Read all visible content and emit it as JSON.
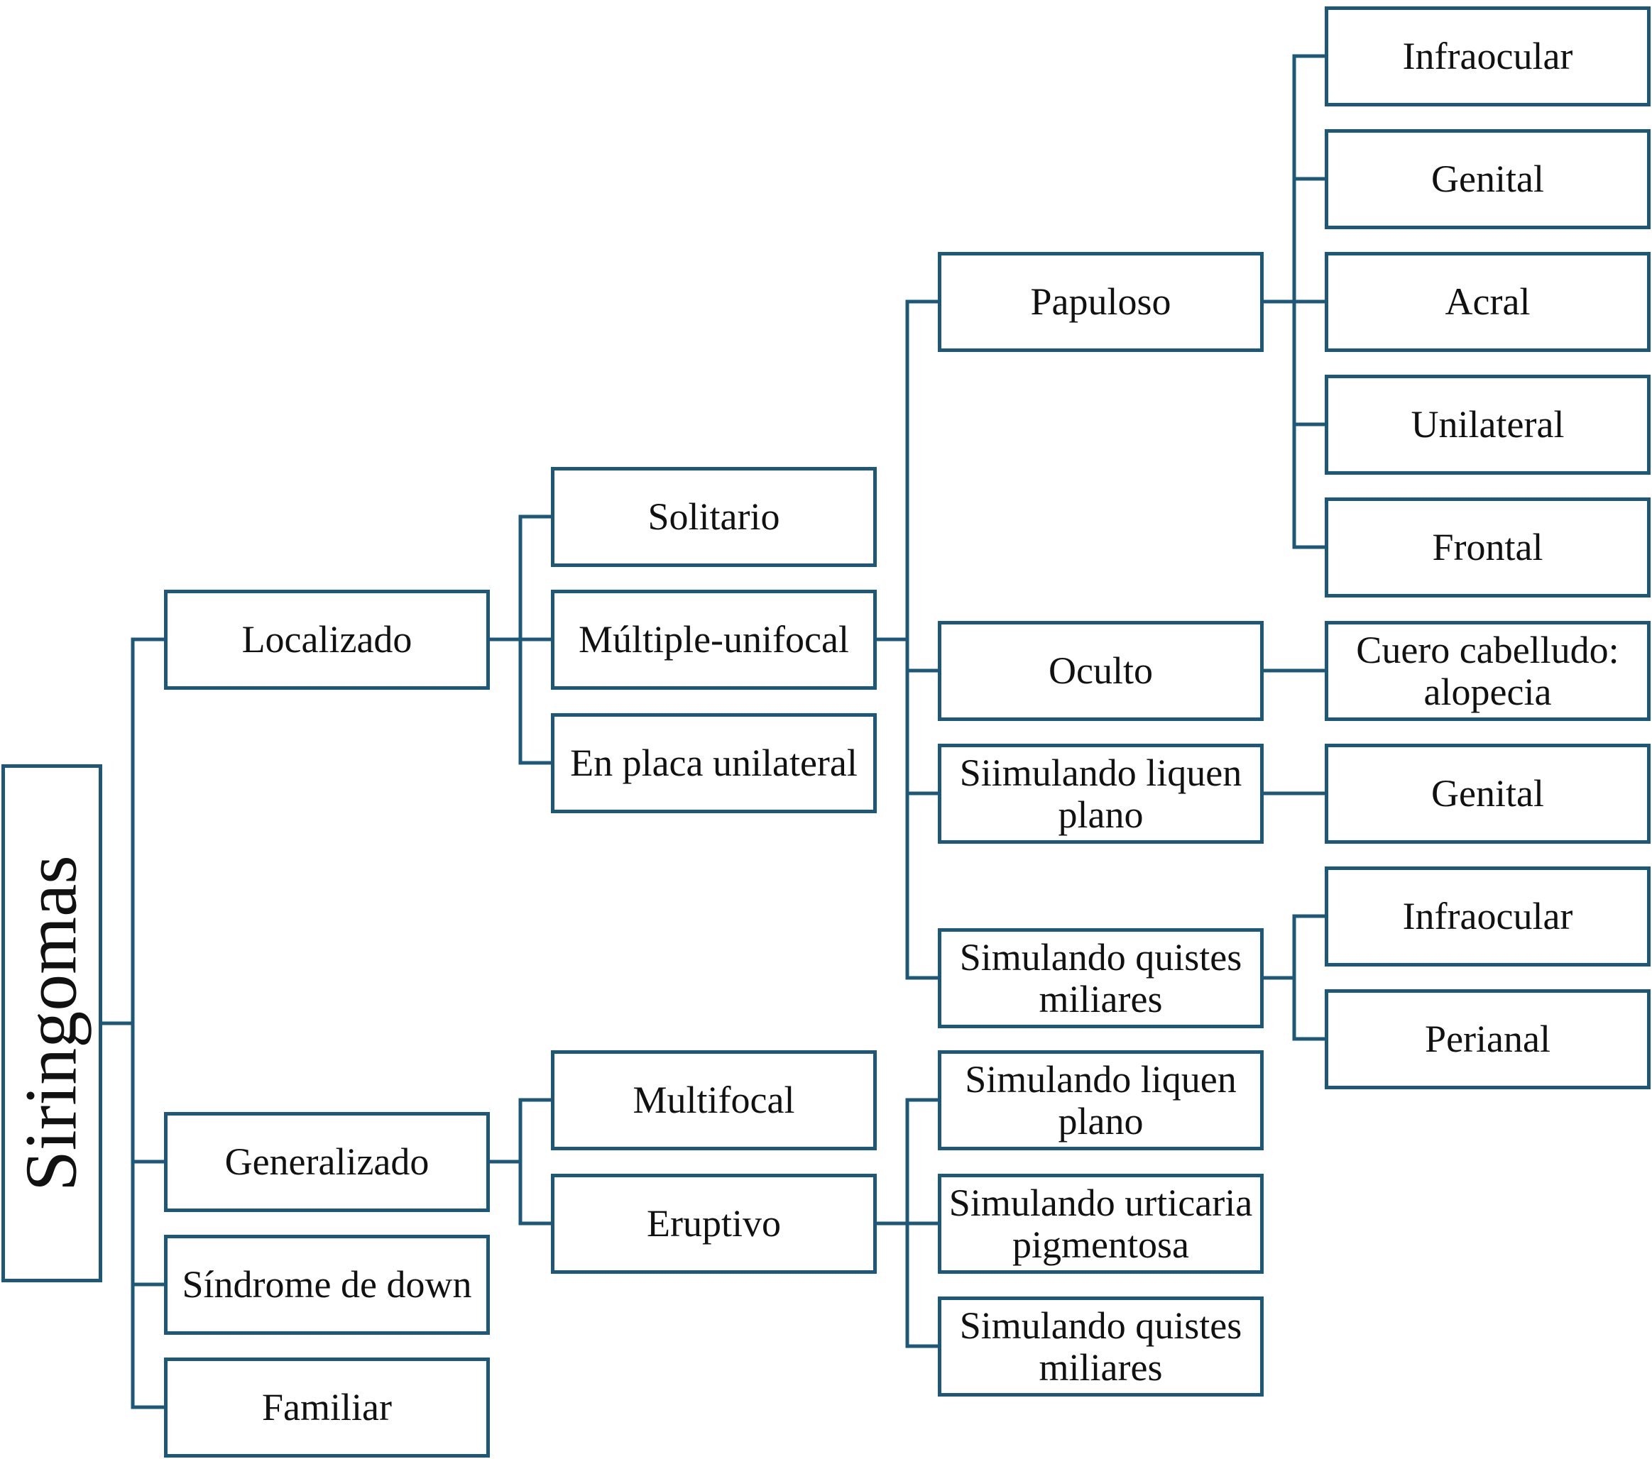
{
  "diagram": {
    "line_color": "#1e5878",
    "box_border_color": "#1e5878",
    "root": {
      "label": "Siringomas"
    },
    "level1": {
      "localizado": "Localizado",
      "generalizado": "Generalizado",
      "sindrome": "Síndrome de down",
      "familiar": "Familiar"
    },
    "level2": {
      "solitario": "Solitario",
      "multiple_unifocal": "Múltiple-unifocal",
      "en_placa": "En placa unilateral",
      "multifocal": "Multifocal",
      "eruptivo": "Eruptivo"
    },
    "level3": {
      "papuloso": "Papuloso",
      "oculto": "Oculto",
      "simulando_liquen_1": "Siimulando liquen plano",
      "simulando_quistes_1": "Simulando quistes miliares",
      "simulando_liquen_2": "Simulando liquen plano",
      "simulando_urticaria": "Simulando urticaria pigmentosa",
      "simulando_quistes_2": "Simulando quistes miliares"
    },
    "level4": {
      "infraocular_1": "Infraocular",
      "genital_1": "Genital",
      "acral": "Acral",
      "unilateral": "Unilateral",
      "frontal": "Frontal",
      "cuero_cabelludo": "Cuero cabelludo: alopecia",
      "genital_2": "Genital",
      "infraocular_2": "Infraocular",
      "perianal": "Perianal"
    }
  }
}
